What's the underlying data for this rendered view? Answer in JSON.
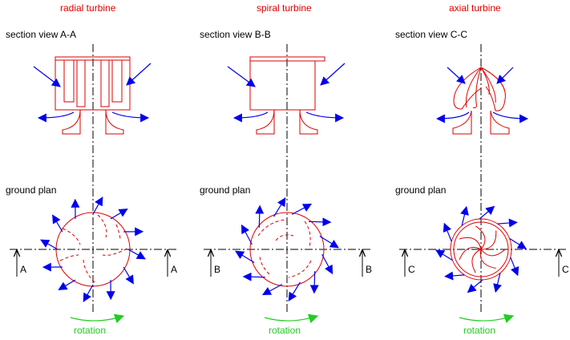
{
  "colors": {
    "title": "#dd0000",
    "outline": "#dd0000",
    "flow_arrow": "#0000ee",
    "rotation": "#22cc22",
    "axis": "#000000"
  },
  "panels": [
    {
      "title": "radial turbine",
      "section_label": "section view A-A",
      "plan_label": "ground plan",
      "cut_left": "A",
      "cut_right": "A",
      "rotation_label": "rotation"
    },
    {
      "title": "spiral turbine",
      "section_label": "section view B-B",
      "plan_label": "ground plan",
      "cut_left": "B",
      "cut_right": "B",
      "rotation_label": "rotation"
    },
    {
      "title": "axial turbine",
      "section_label": "section view C-C",
      "plan_label": "ground plan",
      "cut_left": "C",
      "cut_right": "C",
      "rotation_label": "rotation"
    }
  ]
}
